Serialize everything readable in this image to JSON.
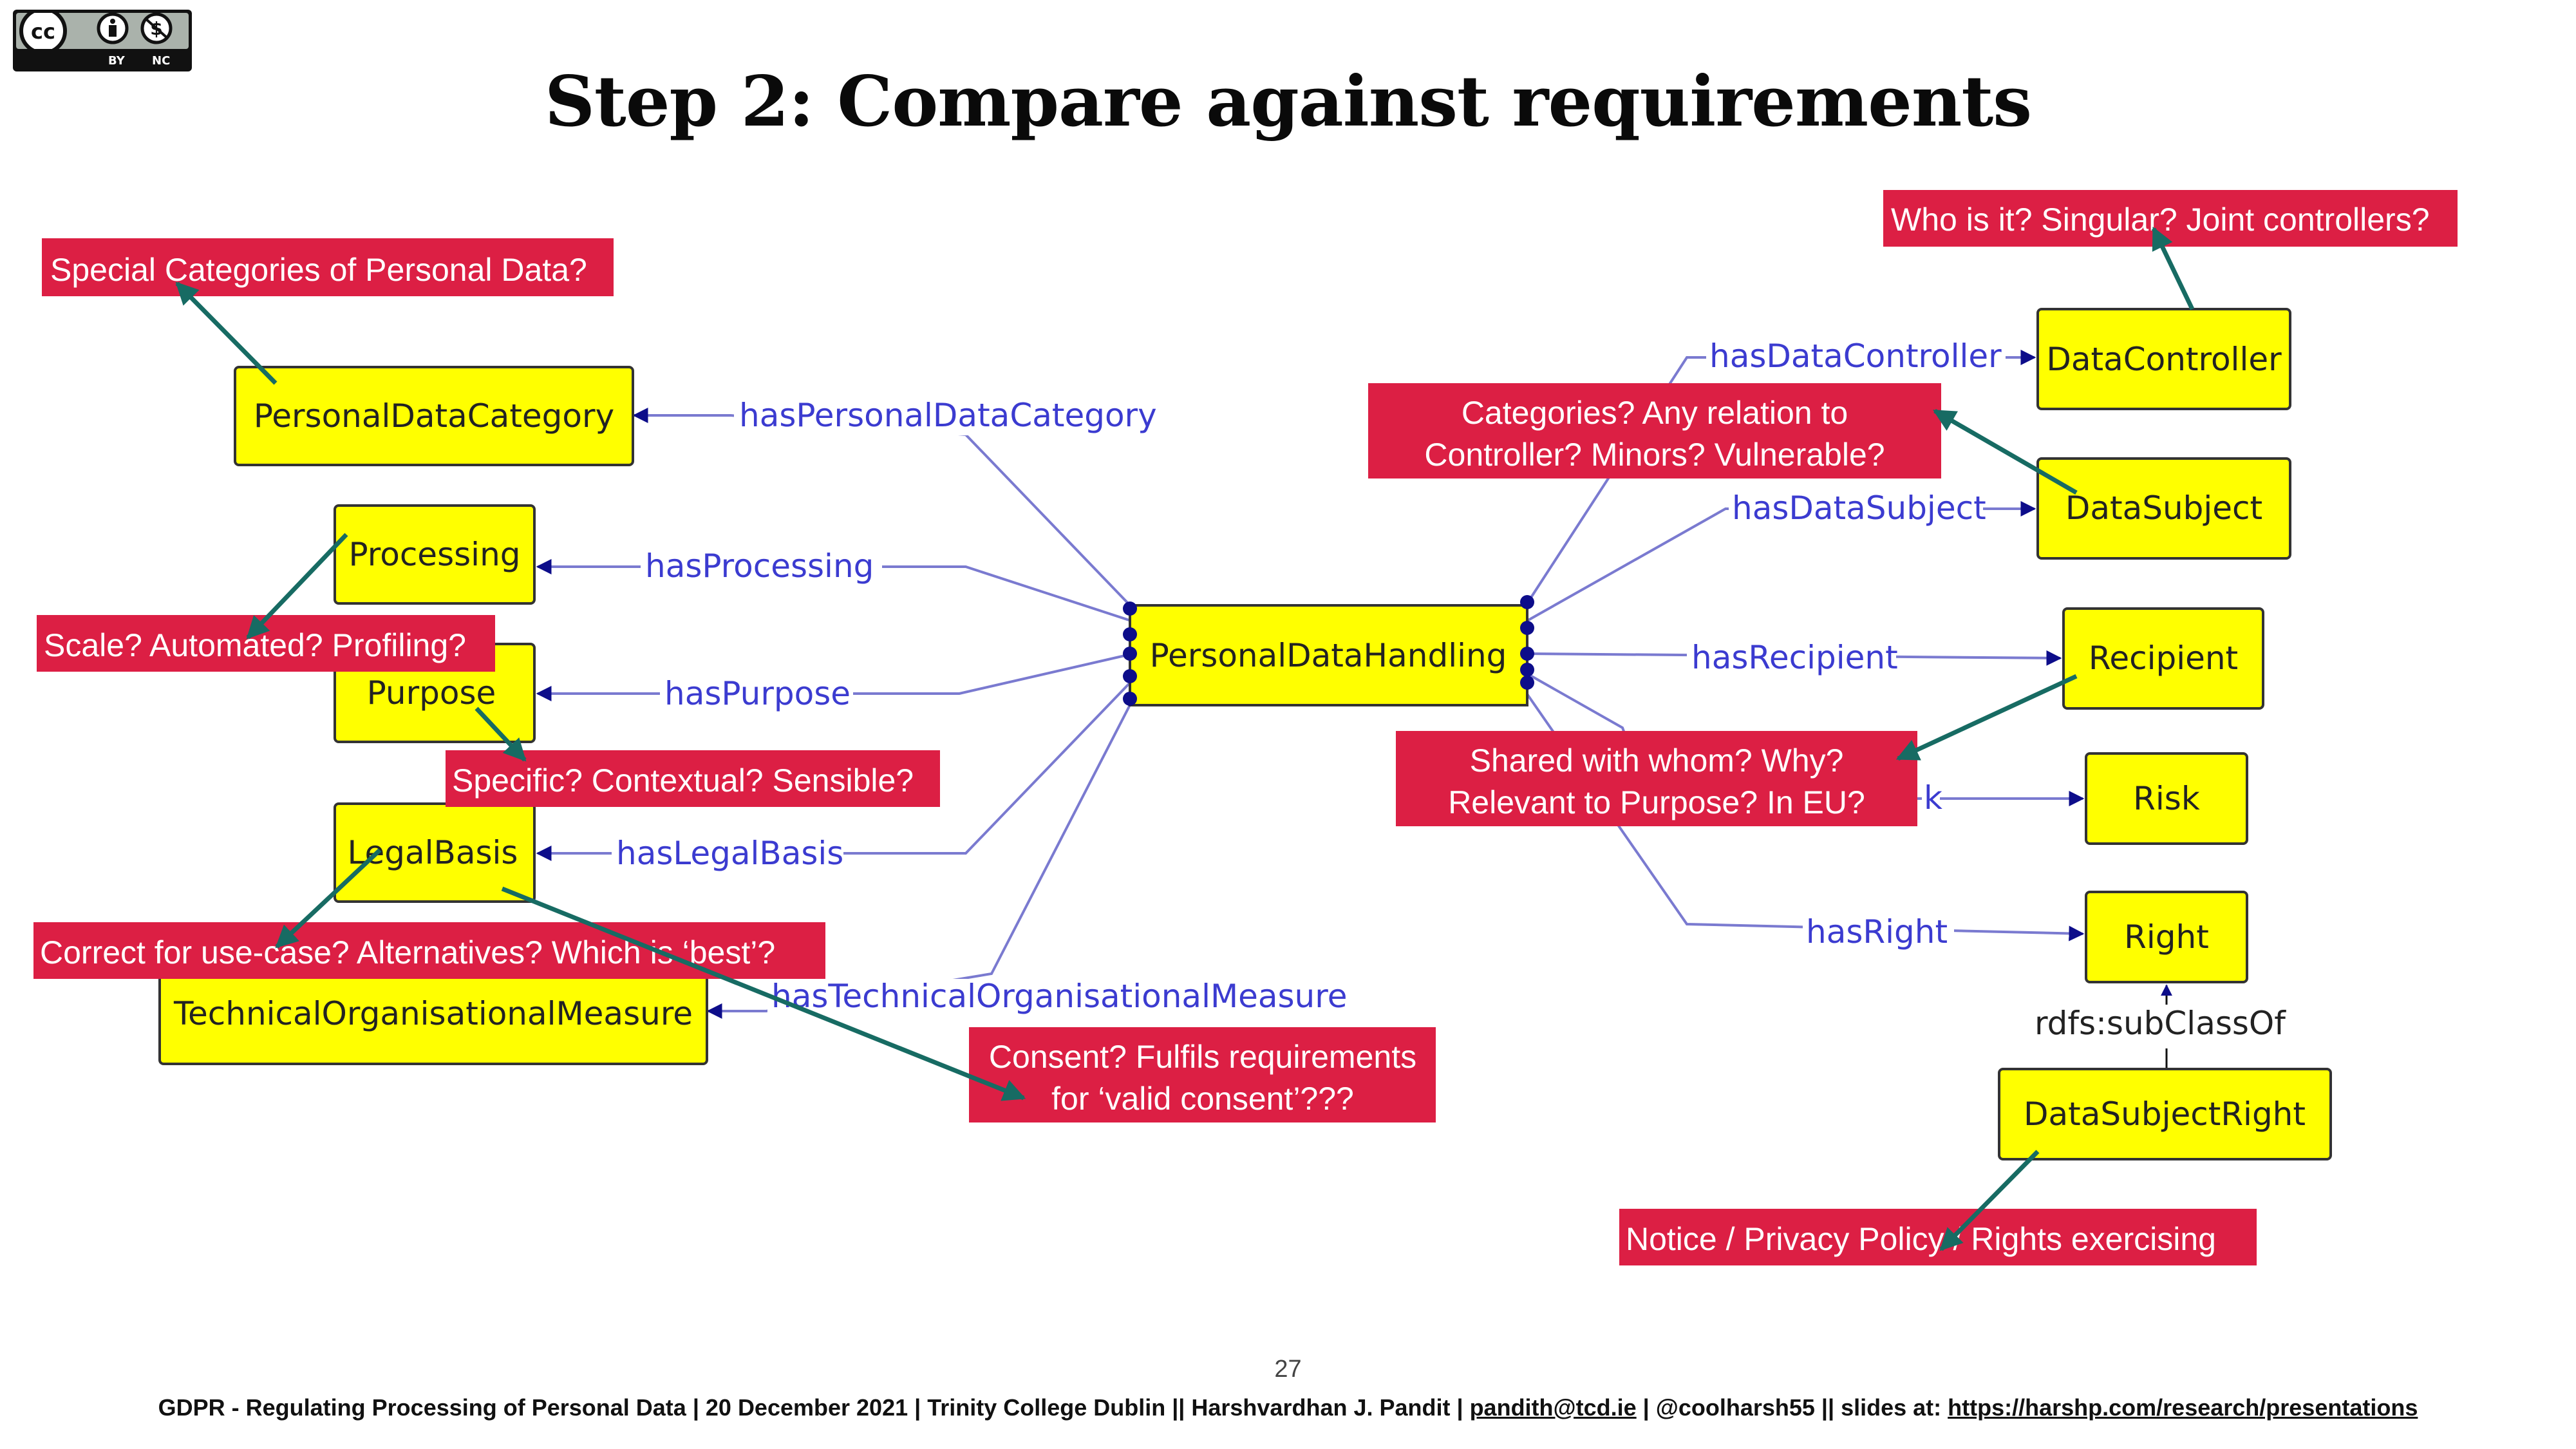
{
  "license": {
    "icons": [
      "cc-icon",
      "by-icon",
      "nc-icon"
    ],
    "by_label": "BY",
    "nc_label": "NC"
  },
  "title": "Step 2: Compare against requirements",
  "center_node": "PersonalDataHandling",
  "nodes": {
    "personal_data_category": "PersonalDataCategory",
    "processing": "Processing",
    "purpose": "Purpose",
    "legal_basis": "LegalBasis",
    "tom": "TechnicalOrganisationalMeasure",
    "data_controller": "DataController",
    "data_subject": "DataSubject",
    "recipient": "Recipient",
    "risk": "Risk",
    "right": "Right",
    "data_subject_right": "DataSubjectRight"
  },
  "edges": {
    "has_personal_data_category": "hasPersonalDataCategory",
    "has_processing": "hasProcessing",
    "has_purpose": "hasPurpose",
    "has_legal_basis": "hasLegalBasis",
    "has_tom": "hasTechnicalOrganisationalMeasure",
    "has_data_controller": "hasDataController",
    "has_data_subject": "hasDataSubject",
    "has_recipient": "hasRecipient",
    "has_risk_partial": "k",
    "has_right": "hasRight",
    "subclass_of": "rdfs:subClassOf"
  },
  "annotations": {
    "special_categories": "Special Categories of Personal Data?",
    "scale": "Scale? Automated? Profiling?",
    "specific": "Specific? Contextual? Sensible?",
    "correct": "Correct for use-case? Alternatives? Which is ‘best’?",
    "consent": [
      "Consent? Fulfils requirements",
      "for ‘valid consent’???"
    ],
    "who": "Who is it? Singular? Joint controllers?",
    "categories": [
      "Categories? Any relation to",
      "Controller? Minors? Vulnerable?"
    ],
    "shared": [
      "Shared with whom? Why?",
      "Relevant to Purpose? In EU?"
    ],
    "notice": "Notice / Privacy Policy / Rights exercising"
  },
  "colors": {
    "node_fill": "#ffff00",
    "node_stroke": "#333333",
    "edge": "#7a7ad0",
    "arrow_head": "#0d0d8a",
    "note_fill": "#dc1f44",
    "pointer": "#176b63"
  },
  "page_number": "27",
  "footer": {
    "text_pre": "GDPR - Regulating Processing of Personal Data | 20 December 2021 | Trinity College Dublin  || Harshvardhan J. Pandit | ",
    "email": "pandith@tcd.ie",
    "text_mid": " | @coolharsh55  || slides at: ",
    "url": "https://harshp.com/research/presentations"
  }
}
